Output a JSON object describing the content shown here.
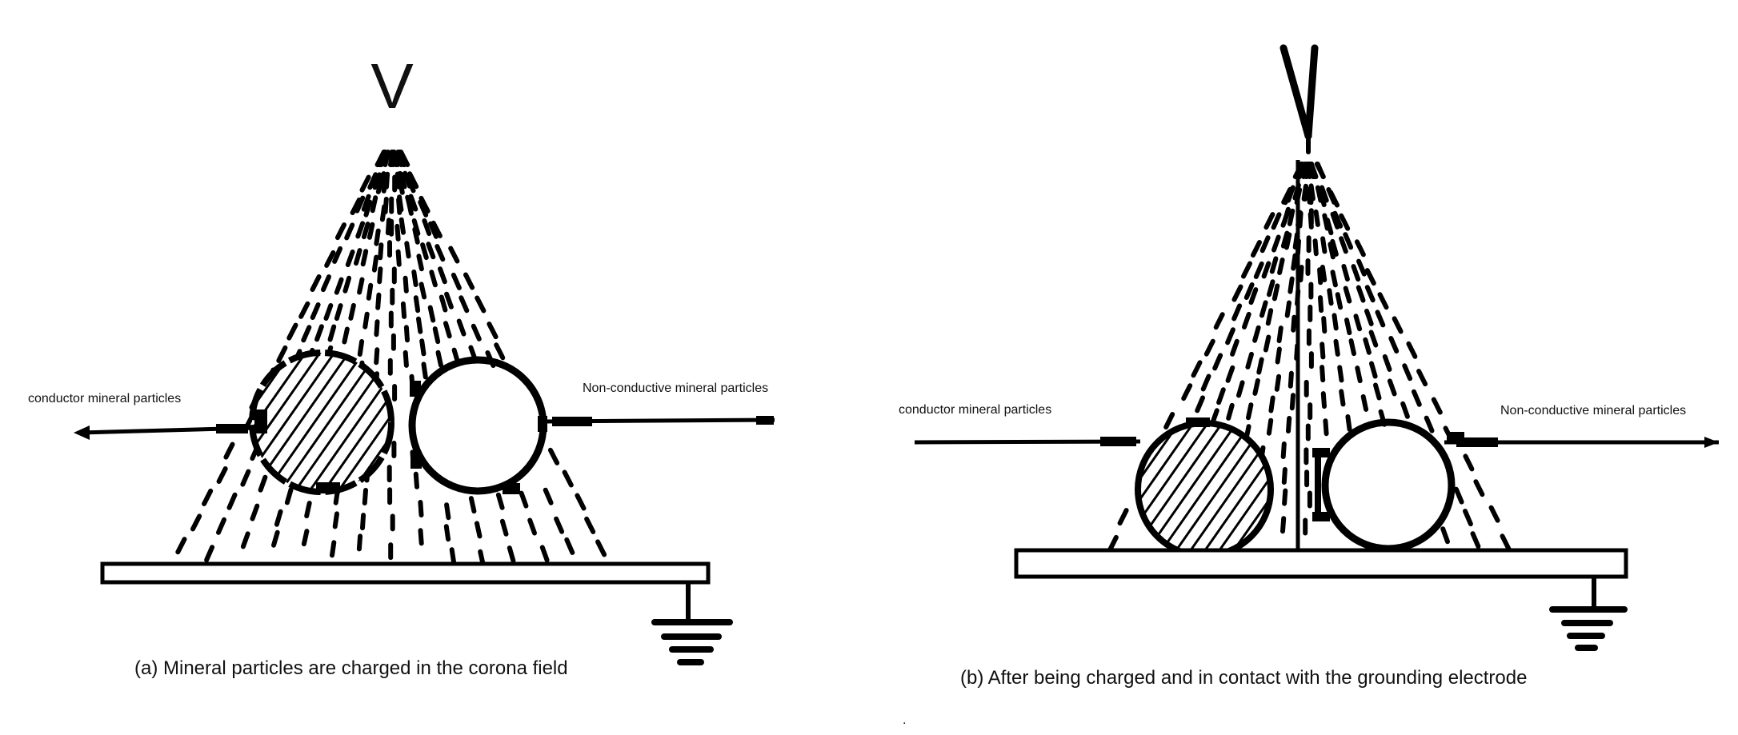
{
  "panel_a": {
    "electrode_label": "V",
    "left_label": "conductor mineral particles",
    "right_label": "Non-conductive mineral particles",
    "caption": "(a) Mineral particles are charged in the corona field"
  },
  "panel_b": {
    "left_label": "conductor mineral particles",
    "right_label": "Non-conductive mineral particles",
    "caption": "(b) After being charged and in contact with the grounding electrode"
  },
  "footer_mark": "."
}
